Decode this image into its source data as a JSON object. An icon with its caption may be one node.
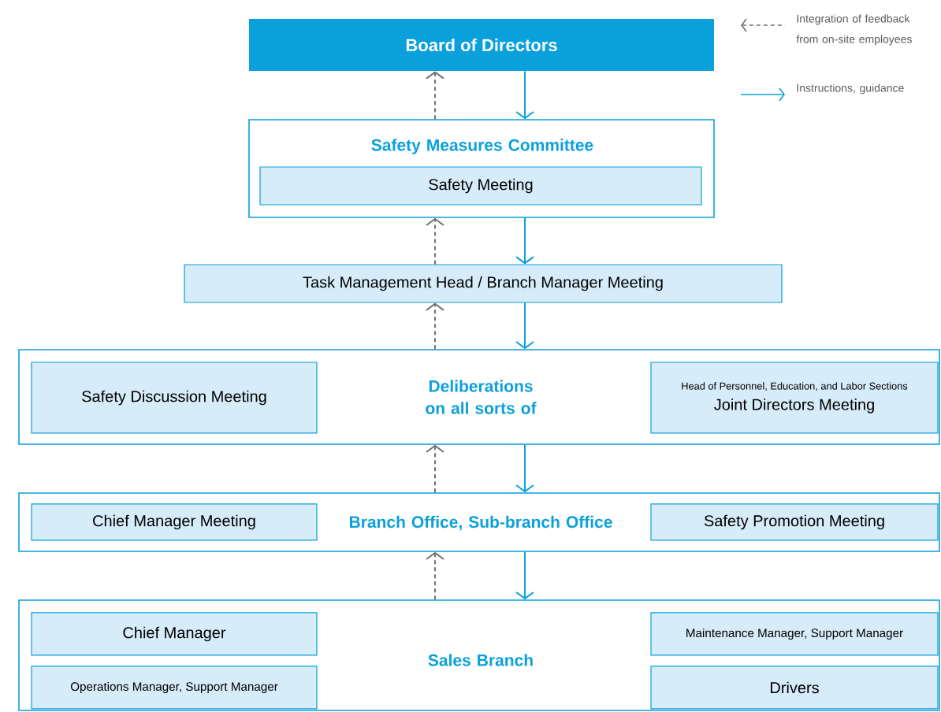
{
  "diagram": {
    "nodes": [
      {
        "text": [
          "Board of Directors"
        ]
      },
      {
        "text": [
          "Safety Measures Committee"
        ]
      },
      {
        "text": [
          "Safety Meeting"
        ],
        "in": 1
      },
      {
        "text": [
          "Task Management Head / Branch Manager Meeting"
        ]
      },
      {
        "text": [
          "Deliberations on all sorts of"
        ]
      },
      {
        "text": [
          "Safety Discussion Meeting"
        ],
        "in": 4
      },
      {
        "text": [
          "Head of Personnel, Education, and Labor Sections",
          "Joint Directors Meeting"
        ],
        "in": 4
      },
      {
        "text": [
          "Branch Office, Sub-branch Office"
        ]
      },
      {
        "text": [
          "Chief Manager Meeting"
        ],
        "in": 7
      },
      {
        "text": [
          "Safety Promotion Meeting"
        ],
        "in": 7
      },
      {
        "text": [
          "Sales Branch"
        ]
      },
      {
        "text": [
          "Chief Manager"
        ],
        "in": 10
      },
      {
        "text": [
          "Operations Manager, Support Manager"
        ],
        "in": 10
      },
      {
        "text": [
          "Maintenance Manager, Support Manager"
        ],
        "in": 10
      },
      {
        "text": [
          "Drivers"
        ],
        "in": 10
      }
    ],
    "edges": [
      {
        "from": 1,
        "to": 0,
        "arrow": "to",
        "style": "dashed",
        "color": "#707070"
      },
      {
        "from": 0,
        "to": 1,
        "arrow": "to",
        "color": "#0aa0dc"
      },
      {
        "from": 3,
        "to": 1,
        "arrow": "to",
        "style": "dashed",
        "color": "#707070"
      },
      {
        "from": 1,
        "to": 3,
        "arrow": "to",
        "color": "#0aa0dc"
      },
      {
        "from": 4,
        "to": 3,
        "arrow": "to",
        "style": "dashed",
        "color": "#707070"
      },
      {
        "from": 3,
        "to": 4,
        "arrow": "to",
        "color": "#0aa0dc"
      },
      {
        "from": 7,
        "to": 4,
        "arrow": "to",
        "style": "dashed",
        "color": "#707070"
      },
      {
        "from": 4,
        "to": 7,
        "arrow": "to",
        "color": "#0aa0dc"
      },
      {
        "from": 10,
        "to": 7,
        "arrow": "to",
        "style": "dashed",
        "color": "#707070"
      },
      {
        "from": 7,
        "to": 10,
        "arrow": "to",
        "color": "#0aa0dc"
      }
    ],
    "legend": [
      {
        "text": "Integration of feedback from on-site employees"
      },
      {
        "text": "Instructions, guidance"
      }
    ]
  }
}
